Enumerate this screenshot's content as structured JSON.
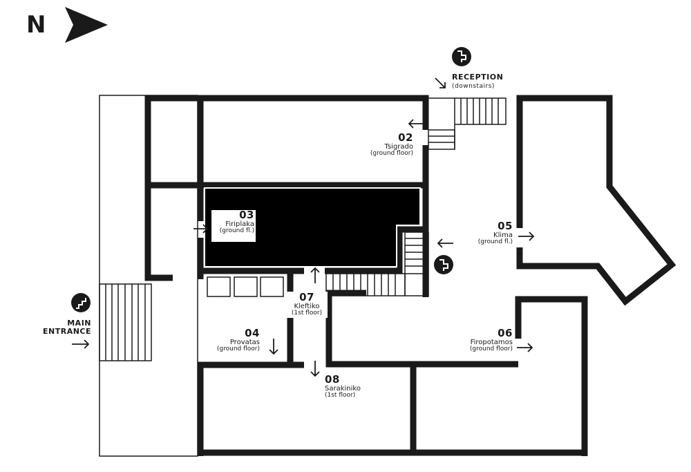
{
  "compass": {
    "label": "N",
    "direction": "east"
  },
  "colors": {
    "walls": "#1a1a1a",
    "background": "#ffffff",
    "courtyard": "#000000"
  },
  "reception": {
    "title": "RECEPTION",
    "note": "(downstairs)"
  },
  "main_entrance": {
    "line1": "MAIN",
    "line2": "ENTRANCE"
  },
  "rooms": [
    {
      "number": "02",
      "name": "Tsigrado",
      "floor": "(ground floor)"
    },
    {
      "number": "03",
      "name": "Firiplaka",
      "floor": "(ground fl.)"
    },
    {
      "number": "04",
      "name": "Provatas",
      "floor": "(ground floor)"
    },
    {
      "number": "05",
      "name": "Klima",
      "floor": "(ground fl.)"
    },
    {
      "number": "06",
      "name": "Firopotamos",
      "floor": "(ground floor)"
    },
    {
      "number": "07",
      "name": "Kleftiko",
      "floor": "(1st floor)"
    },
    {
      "number": "08",
      "name": "Sarakiniko",
      "floor": "(1st floor)"
    }
  ],
  "icons": [
    "north-arrow-icon",
    "stairs-icon",
    "arrow-icon"
  ]
}
